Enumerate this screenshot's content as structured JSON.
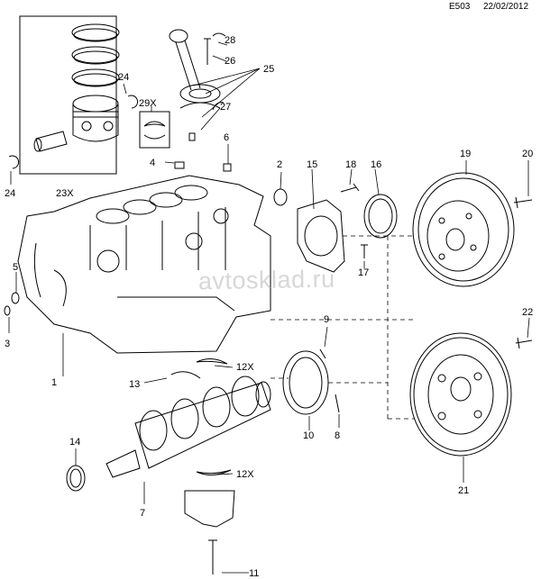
{
  "header": {
    "code": "E503",
    "date": "22/02/2012"
  },
  "watermark": "avtosklad.ru",
  "callouts": [
    {
      "id": "c1",
      "text": "1"
    },
    {
      "id": "c2",
      "text": "2"
    },
    {
      "id": "c3",
      "text": "3"
    },
    {
      "id": "c4",
      "text": "4"
    },
    {
      "id": "c5",
      "text": "5"
    },
    {
      "id": "c6",
      "text": "6"
    },
    {
      "id": "c7",
      "text": "7"
    },
    {
      "id": "c8",
      "text": "8"
    },
    {
      "id": "c9",
      "text": "9"
    },
    {
      "id": "c10",
      "text": "10"
    },
    {
      "id": "c11",
      "text": "11"
    },
    {
      "id": "c12a",
      "text": "12X"
    },
    {
      "id": "c12b",
      "text": "12X"
    },
    {
      "id": "c13",
      "text": "13"
    },
    {
      "id": "c14",
      "text": "14"
    },
    {
      "id": "c15",
      "text": "15"
    },
    {
      "id": "c16",
      "text": "16"
    },
    {
      "id": "c17",
      "text": "17"
    },
    {
      "id": "c18",
      "text": "18"
    },
    {
      "id": "c19",
      "text": "19"
    },
    {
      "id": "c20",
      "text": "20"
    },
    {
      "id": "c21",
      "text": "21"
    },
    {
      "id": "c22",
      "text": "22"
    },
    {
      "id": "c23",
      "text": "23X"
    },
    {
      "id": "c24a",
      "text": "24"
    },
    {
      "id": "c24b",
      "text": "24"
    },
    {
      "id": "c25",
      "text": "25"
    },
    {
      "id": "c26",
      "text": "26"
    },
    {
      "id": "c27",
      "text": "27"
    },
    {
      "id": "c28",
      "text": "28"
    },
    {
      "id": "c29",
      "text": "29X"
    }
  ]
}
